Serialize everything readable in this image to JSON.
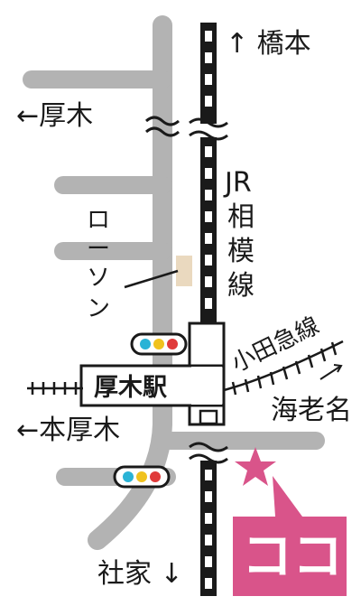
{
  "labels": {
    "hashimoto": "↑ 橋本",
    "atsugi_west": "←厚木",
    "jr_line": [
      "JR",
      "相",
      "模",
      "線"
    ],
    "lawson": [
      "ロ",
      "ー",
      "ソ",
      "ン"
    ],
    "station": "厚木駅",
    "odakyu_line": "小田急線",
    "ebina": "海老名",
    "hon_atsugi": "←本厚木",
    "shake": "社家 ↓",
    "here": "ココ"
  },
  "colors": {
    "road": "#b3b3b3",
    "rail_dark": "#1a1a1a",
    "rail_light": "#ffffff",
    "station_fill": "#ffffff",
    "lawson_fill": "#ead9bf",
    "marker_pink": "#d9548a",
    "signal_cyan": "#2ab3d6",
    "signal_yellow": "#f0c21e",
    "signal_red": "#e03a3a"
  }
}
